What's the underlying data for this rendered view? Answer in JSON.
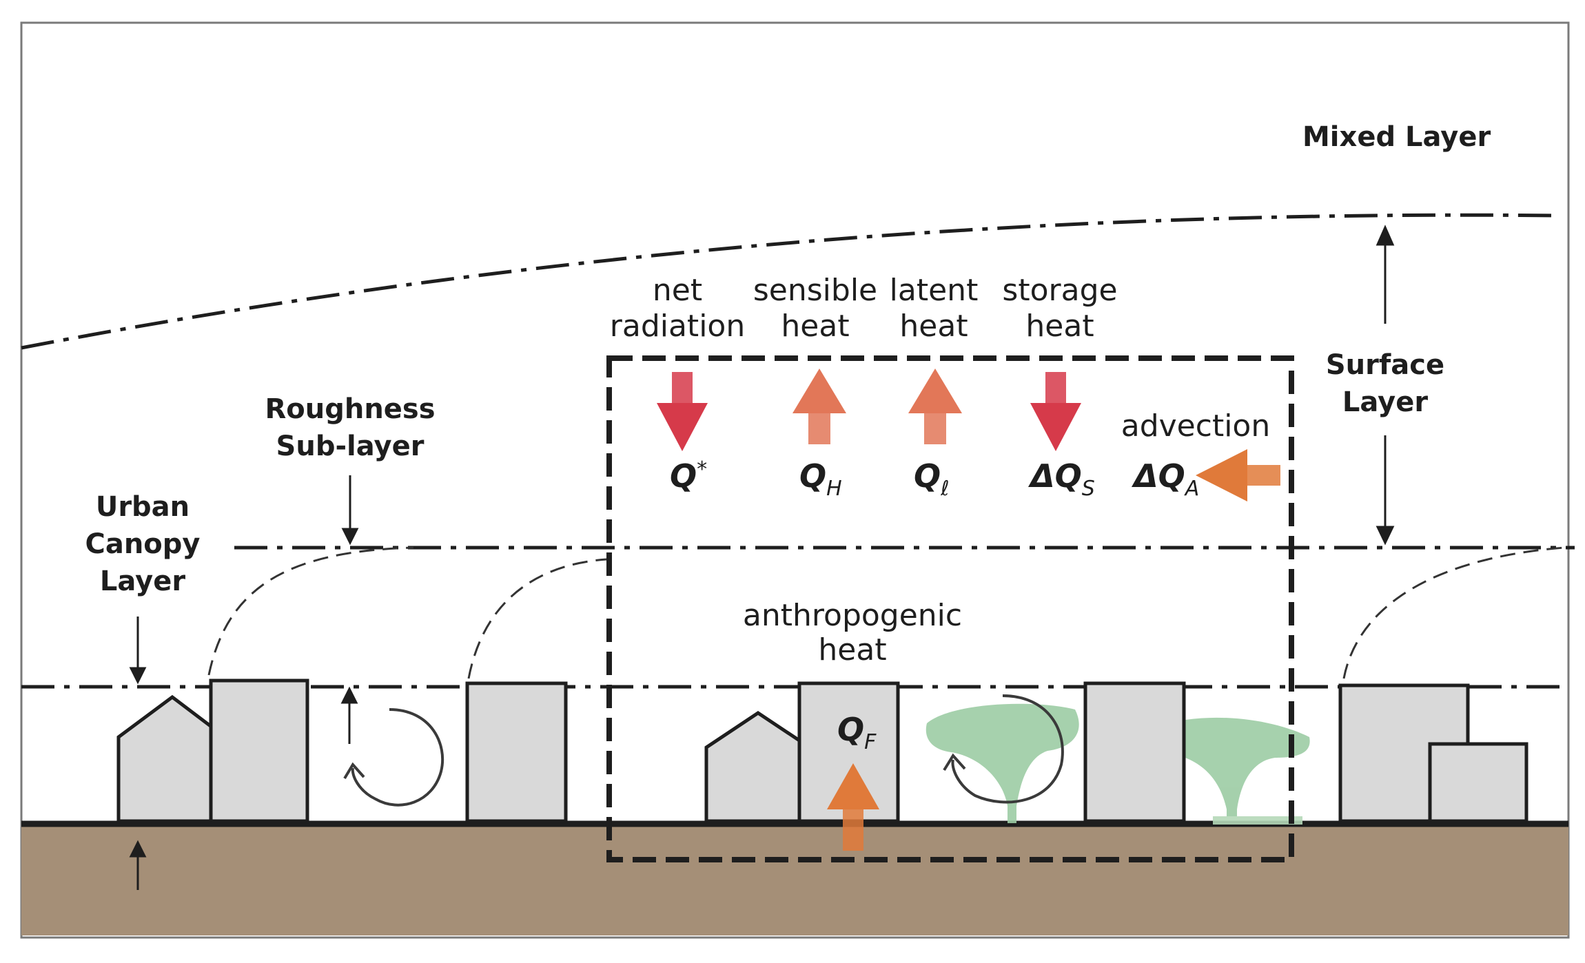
{
  "layers": {
    "mixed": "Mixed Layer",
    "surface_line1": "Surface",
    "surface_line2": "Layer",
    "roughness_line1": "Roughness",
    "roughness_line2": "Sub-layer",
    "canopy_line1": "Urban",
    "canopy_line2": "Canopy",
    "canopy_line3": "Layer"
  },
  "fluxes": {
    "net_radiation": {
      "line1": "net",
      "line2": "radiation",
      "symbol": "Q",
      "sub": "*",
      "direction": "down",
      "color": "#d63a4a"
    },
    "sensible_heat": {
      "line1": "sensible",
      "line2": "heat",
      "symbol": "Q",
      "sub": "H",
      "direction": "up",
      "color": "#e27758"
    },
    "latent_heat": {
      "line1": "latent",
      "line2": "heat",
      "symbol": "Q",
      "sub": "ℓ",
      "direction": "up",
      "color": "#e27758"
    },
    "storage_heat": {
      "line1": "storage",
      "line2": "heat",
      "symbol": "ΔQ",
      "sub": "S",
      "direction": "down",
      "color": "#d63a4a"
    },
    "advection": {
      "label": "advection",
      "symbol": "ΔQ",
      "sub": "A",
      "direction": "left",
      "color": "#e07a3a"
    },
    "anthropogenic": {
      "line1": "anthropogenic",
      "line2": "heat",
      "symbol": "Q",
      "sub": "F",
      "direction": "up",
      "color": "#e07a3a"
    }
  },
  "colors": {
    "ground": "#a58f77",
    "building_fill": "#d9d9d9",
    "tree": "#9ccca4",
    "outline": "#1e1e1e"
  }
}
